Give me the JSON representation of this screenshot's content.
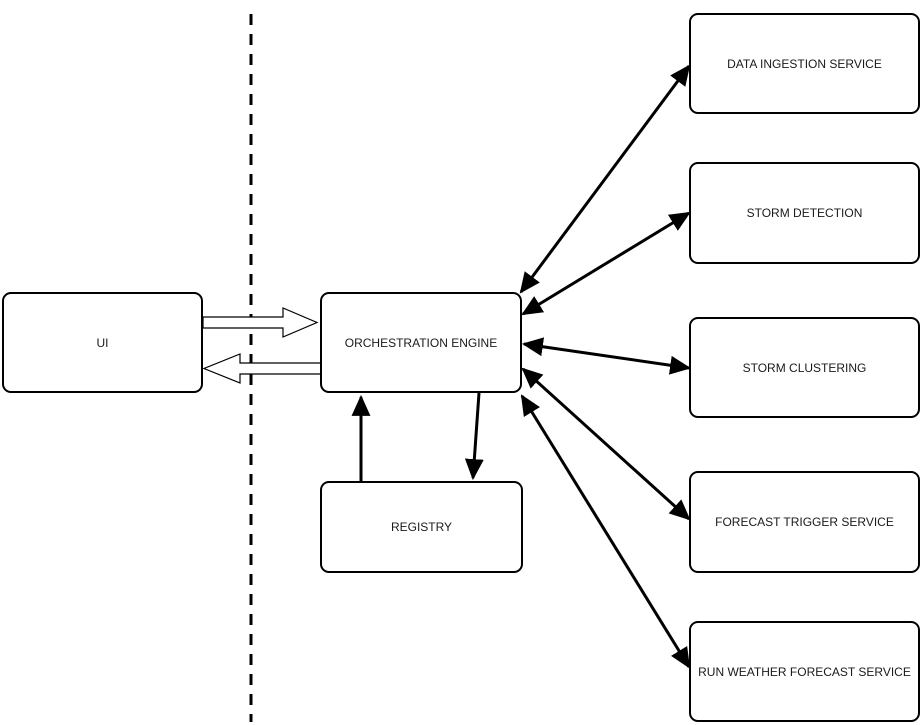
{
  "nodes": {
    "ui": "UI",
    "orchestration": "ORCHESTRATION ENGINE",
    "registry": "REGISTRY",
    "data_ingestion": "DATA INGESTION SERVICE",
    "storm_detection": "STORM DETECTION",
    "storm_clustering": "STORM CLUSTERING",
    "forecast_trigger": "FORECAST TRIGGER SERVICE",
    "run_weather": "RUN WEATHER FORECAST SERVICE"
  },
  "colors": {
    "stroke": "#000000",
    "fill": "#ffffff",
    "text": "#1a1a1a"
  }
}
